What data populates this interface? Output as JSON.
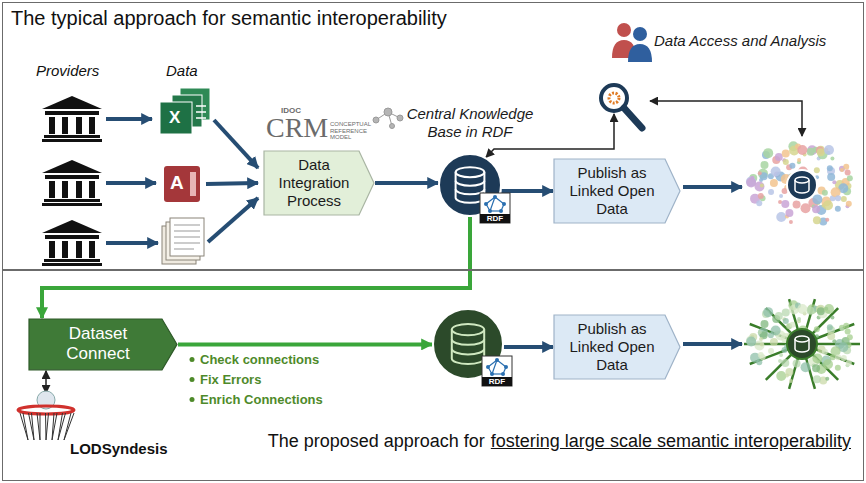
{
  "diagram": {
    "nodes": [
      {
        "text": [
          "The typical approach for semantic interoperability"
        ]
      },
      {
        "text": [
          "Data Integration Process"
        ],
        "in": 0
      },
      {
        "text": [
          "Central Knowledge Base in RDF",
          "RDF"
        ],
        "in": 0
      },
      {
        "text": [
          "Publish as Linked Open Data"
        ],
        "in": 0
      },
      {
        "text": [
          "Data Access and Analysis"
        ],
        "in": 0
      },
      {
        "text": [
          "The proposed approach for",
          "fostering large scale semantic interoperability"
        ]
      },
      {
        "text": [
          "Dataset Connect"
        ],
        "in": 5
      },
      {
        "text": [
          "RDF"
        ],
        "in": 5
      },
      {
        "text": [
          "Publish as Linked Open Data"
        ],
        "in": 5
      },
      {
        "text": [
          "LODSyndesis"
        ],
        "in": 5
      }
    ],
    "edges": [
      {
        "from": 1,
        "to": 2,
        "arrow": "to"
      },
      {
        "from": 2,
        "to": 3,
        "arrow": "to"
      },
      {
        "from": 4,
        "to": 2,
        "arrow": "both"
      },
      {
        "from": 2,
        "to": 6,
        "arrow": "to"
      },
      {
        "from": 6,
        "to": 7,
        "arrow": "to"
      },
      {
        "from": 7,
        "to": 8,
        "arrow": "to"
      },
      {
        "from": 9,
        "to": 6,
        "arrow": "both"
      }
    ],
    "labels": [
      "Providers",
      "Data",
      "IDOC",
      "CRM",
      "CONCEPTUAL REFERENCE MODEL",
      "X",
      "A",
      "Check connections",
      "Fix Errors",
      "Enrich Connections"
    ]
  }
}
